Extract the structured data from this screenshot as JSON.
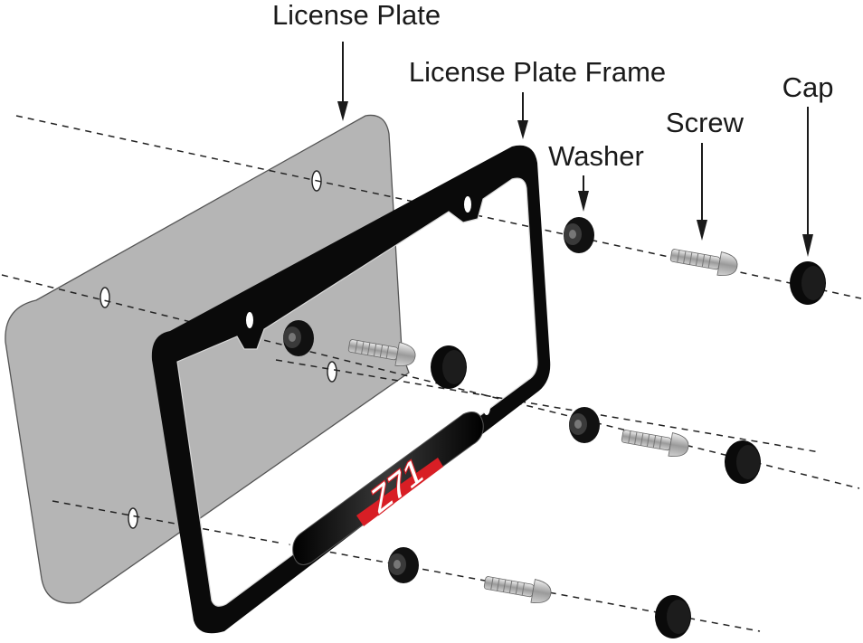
{
  "labels": {
    "plate": "License Plate",
    "frame": "License Plate Frame",
    "washer": "Washer",
    "screw": "Screw",
    "cap": "Cap"
  },
  "logo_text": "Z71",
  "colors": {
    "plate": "#b5b5b5",
    "frame": "#0a0a0a",
    "logo_red": "#d81e25",
    "screw": "#bdbdbd"
  },
  "icons": [
    "license-plate",
    "license-plate-frame",
    "washer-icon",
    "screw-icon",
    "cap-icon"
  ]
}
